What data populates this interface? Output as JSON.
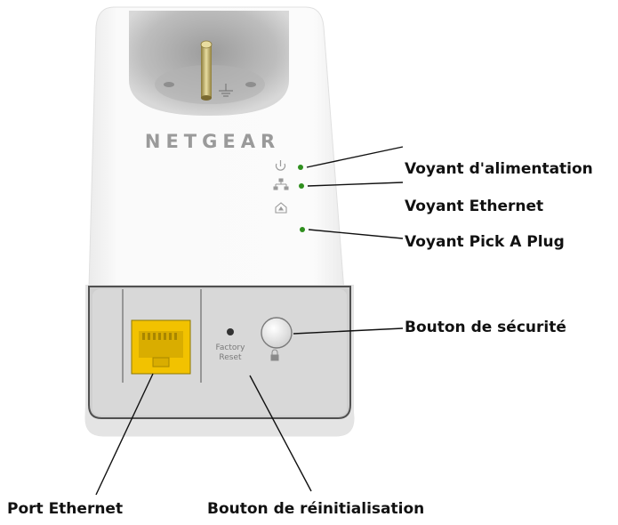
{
  "device": {
    "brand": "NETGEAR",
    "reset_label_line1": "Factory",
    "reset_label_line2": "Reset"
  },
  "callouts": {
    "power_led": "Voyant d'alimentation",
    "ethernet_led": "Voyant Ethernet",
    "pick_a_plug_led": "Voyant Pick A Plug",
    "security_button": "Bouton de sécurité",
    "ethernet_port": "Port Ethernet",
    "reset_button": "Bouton de réinitialisation"
  },
  "colors": {
    "led_green": "#2f8f1e",
    "port_yellow": "#f2c200",
    "housing": "#f7f7f7",
    "panel": "#dcdcdc",
    "brand_gray": "#9a9a9a"
  },
  "icons": {
    "power_led": "power-icon",
    "ethernet_led": "network-icon",
    "pick_a_plug_led": "plug-icon",
    "security_button": "lock-icon"
  }
}
